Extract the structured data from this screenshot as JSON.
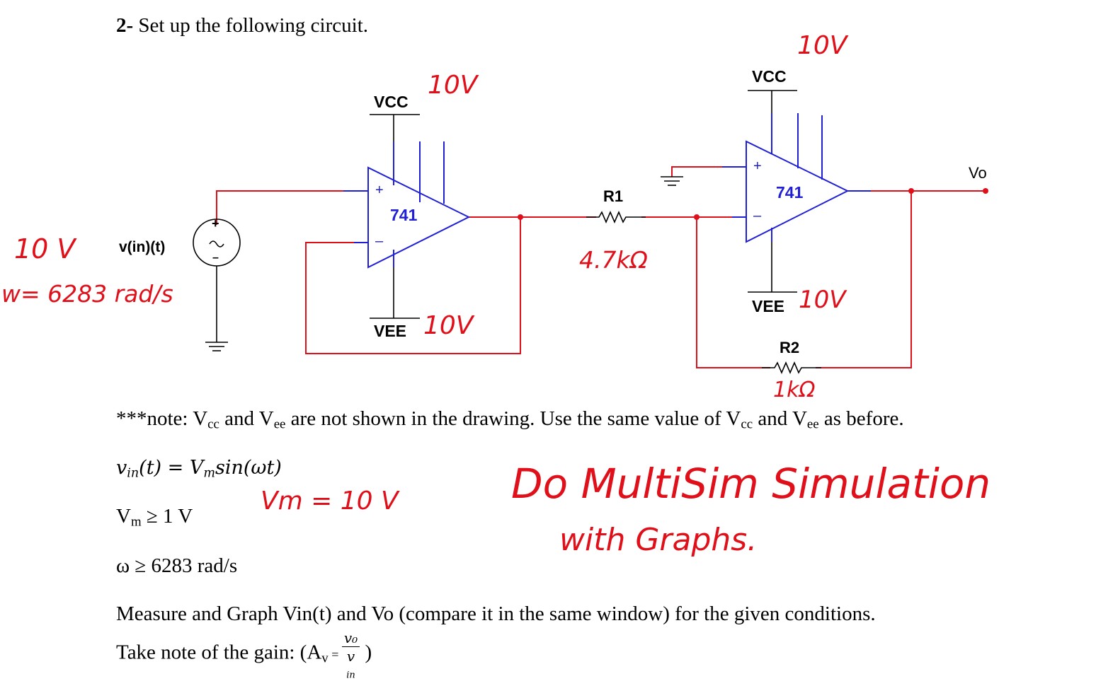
{
  "heading": {
    "number": "2-",
    "text": " Set up the following circuit."
  },
  "circuit": {
    "opamp1": {
      "model": "741",
      "plus": "+",
      "minus": "–",
      "vcc_label": "VCC",
      "vee_label": "VEE"
    },
    "opamp2": {
      "model": "741",
      "plus": "+",
      "minus": "–",
      "vcc_label": "VCC",
      "vee_label": "VEE"
    },
    "source": {
      "label": "v(in)(t)",
      "plus": "+",
      "minus": "–",
      "symbol": "~"
    },
    "r1": {
      "label": "R1"
    },
    "r2": {
      "label": "R2"
    },
    "output": {
      "label": "Vo"
    },
    "colors": {
      "wire": "#e0101a",
      "opamp": "#1f1fd6",
      "rail": "#000000"
    }
  },
  "handwriting": {
    "vcc1": "10V",
    "vee1": "10V",
    "vcc2": "10V",
    "vee2": "10V",
    "source_amp": "10 V",
    "source_freq": "w= 6283 rad/s",
    "r1_value": "4.7kΩ",
    "r2_value": "1kΩ",
    "vm_value": "Vm = 10 V",
    "instruction_line1": "Do MultiSim Simulation",
    "instruction_line2": "with Graphs."
  },
  "note": {
    "p1": "***note: V",
    "sub1": "cc",
    "p2": " and V",
    "sub2": "ee",
    "p3": " are not shown in the drawing.  Use the same value of V",
    "sub3": "cc",
    "p4": " and V",
    "sub4": "ee",
    "p5": " as before."
  },
  "equations": {
    "vin_lhs": "v",
    "vin_lhs_sub": "in",
    "vin_rest": "(t)  =  V",
    "vin_vm_sub": "m",
    "vin_sin": "sin(ωt)",
    "vm_v": "V",
    "vm_sub": "m",
    "vm_rest": " ≥ 1 V",
    "omega": "ω ≥ 6283 rad/s"
  },
  "measure_text": "Measure and Graph Vin(t) and Vo (compare it in the same window) for the given conditions.",
  "gain": {
    "prefix": "Take note of the gain: (A",
    "sub": "v",
    "eq": " = ",
    "num": "v₀",
    "den": "v",
    "den_sub": "in",
    "suffix": " )"
  }
}
